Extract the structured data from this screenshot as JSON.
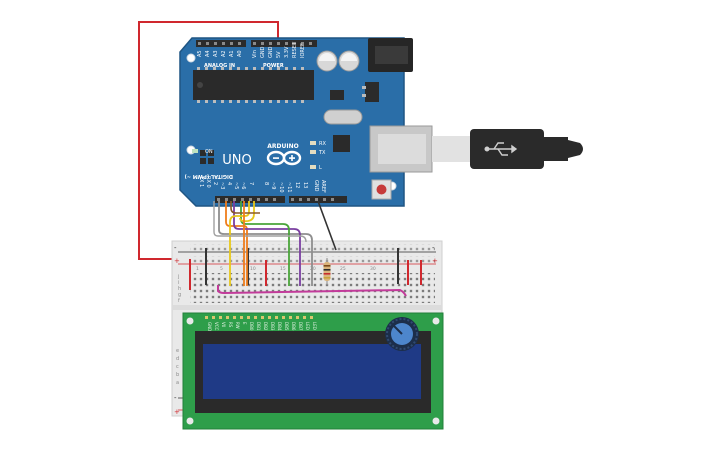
{
  "arduino": {
    "brand": "ARDUINO",
    "model": "UNO",
    "label_analog_in": "ANALOG IN",
    "label_power": "POWER",
    "label_digital": "DIGITAL (PWM ~)",
    "label_on": "ON",
    "label_tx": "TX",
    "label_rx": "RX",
    "label_l": "L",
    "label_aref": "AREF",
    "label_gnd": "GND",
    "pins_analog": [
      "A5",
      "A4",
      "A3",
      "A2",
      "A1",
      "A0"
    ],
    "pins_power": [
      "Vin",
      "GND",
      "GND",
      "5V",
      "3.3V",
      "RESET",
      "IOREF"
    ],
    "pins_digital": [
      "13",
      "12",
      "~11",
      "~10",
      "~9",
      "8",
      "7",
      "~6",
      "~5",
      "4",
      "~3",
      "2",
      "TX 1",
      "RX 0"
    ]
  },
  "breadboard": {
    "row_labels_top": [
      "j",
      "i",
      "h",
      "g",
      "f"
    ],
    "row_labels_bottom": [
      "e",
      "d",
      "c",
      "b",
      "a"
    ],
    "col_numbers": [
      "1",
      "5",
      "10",
      "15",
      "20",
      "25",
      "30"
    ]
  },
  "lcd": {
    "pin_labels": [
      "GND",
      "VCC",
      "V0",
      "RS",
      "RW",
      "E",
      "DB0",
      "DB1",
      "DB2",
      "DB3",
      "DB4",
      "DB5",
      "DB6",
      "DB7",
      "LED",
      "LED"
    ]
  },
  "colors": {
    "arduino_board": "#2a6ea8",
    "lcd_pcb": "#2e9e4a",
    "lcd_screen": "#1f3a86",
    "breadboard": "#e9e9e9",
    "wire_red": "#d0282e",
    "wire_black": "#333333",
    "wire_yellow": "#e8c81a",
    "wire_orange": "#ee7d1c",
    "wire_green": "#4aa53a",
    "wire_purple": "#7a3ea0",
    "wire_magenta": "#c23b9a",
    "wire_gray": "#8e8e8e",
    "wire_brown": "#8a5a2a"
  }
}
